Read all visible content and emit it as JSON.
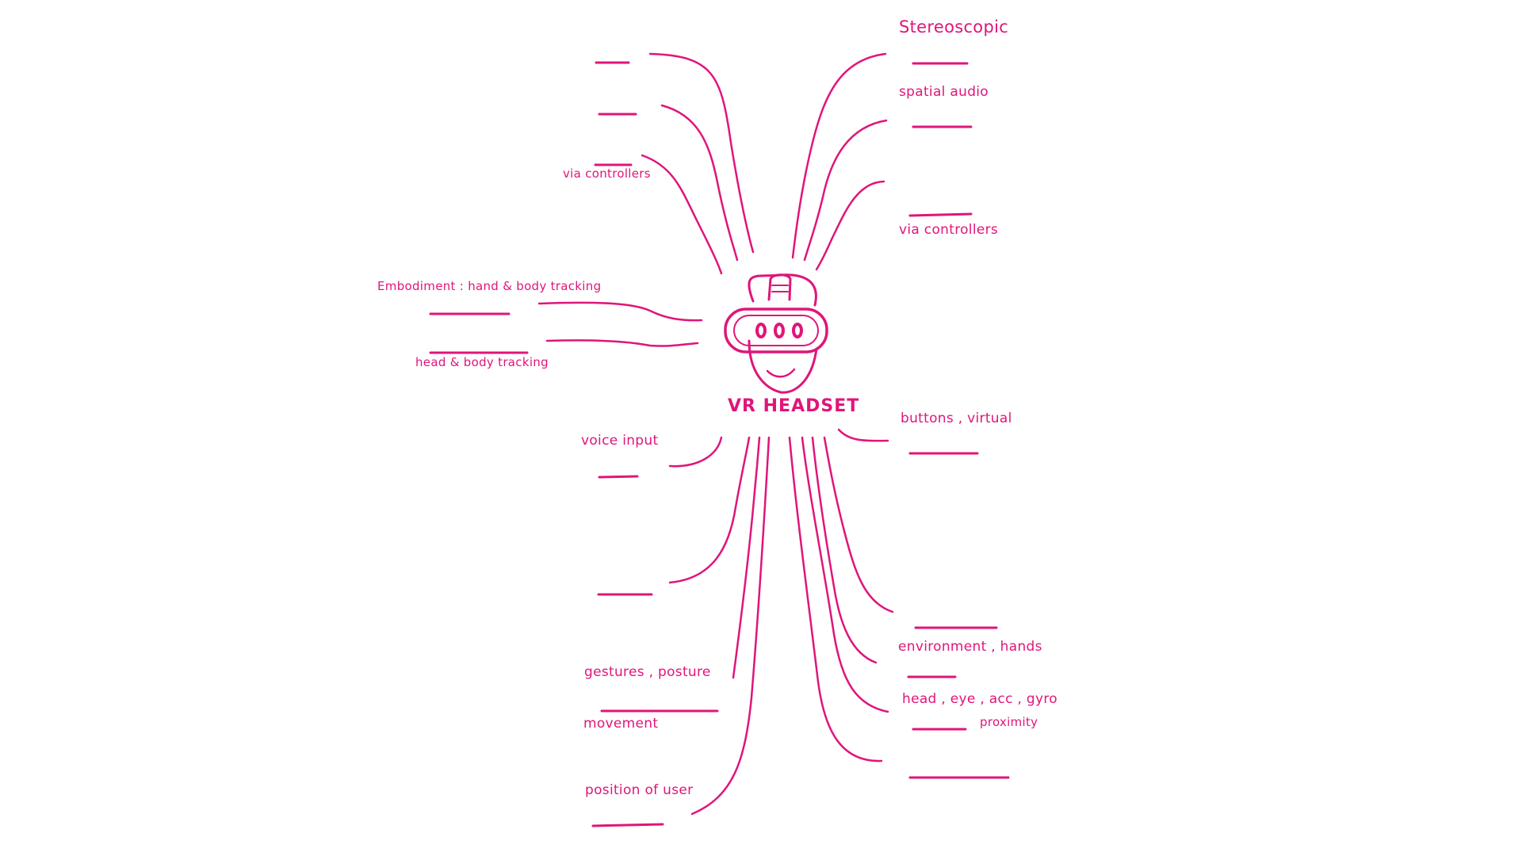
{
  "diagram": {
    "ink_color": "#e0157a",
    "center": {
      "title": "VR HEADSET",
      "icon": "vr-headset-head-icon"
    },
    "right": {
      "stereoscopic": "Stereoscopic",
      "spatial_audio": "spatial audio",
      "via_controllers": "via controllers",
      "buttons_virtual": "buttons , virtual",
      "environment_hands": "environment , hands",
      "head_eye_acc_gyro": "head , eye , acc , gyro",
      "proximity": "proximity"
    },
    "left": {
      "via_controllers": "via controllers",
      "embodiment": "Embodiment : hand & body tracking",
      "head_body_tracking": "head & body tracking",
      "voice_input": "voice input",
      "gestures_posture": "gestures , posture",
      "movement": "movement",
      "position_of_user": "position of user"
    }
  }
}
